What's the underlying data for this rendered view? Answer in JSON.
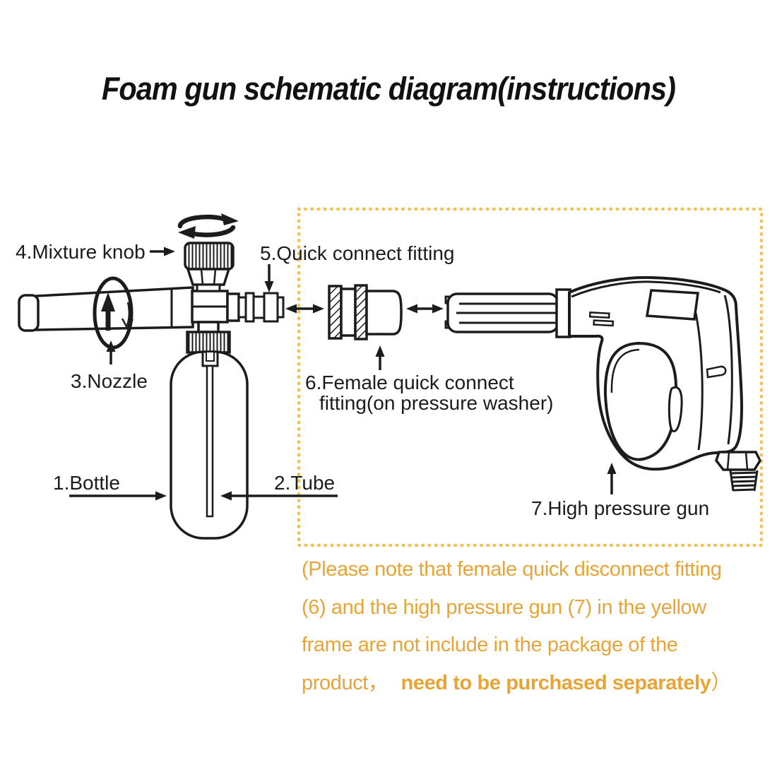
{
  "title": "Foam gun schematic diagram(instructions)",
  "diagram": {
    "labels": {
      "bottle": "1.Bottle",
      "tube": "2.Tube",
      "nozzle": "3.Nozzle",
      "mixture_knob": "4.Mixture knob",
      "quick_connect_fitting": "5.Quick connect fitting",
      "female_quick_connect_line1": "6.Female quick connect",
      "female_quick_connect_line2": "fitting(on pressure washer)",
      "high_pressure_gun": "7.High pressure gun"
    }
  },
  "note": {
    "line1": "(Please note that female quick disconnect fitting",
    "line2": "(6) and the high pressure gun (7) in the yellow",
    "line3": "frame are not include in the package of the",
    "line4_prefix": "product，",
    "line4_bold": "need to be purchased separately",
    "line4_suffix": "）"
  },
  "colors": {
    "note_text": "#E8A436",
    "frame_dots": "#F3C052",
    "line_art": "#1C1C1C",
    "background": "#FFFFFF"
  }
}
